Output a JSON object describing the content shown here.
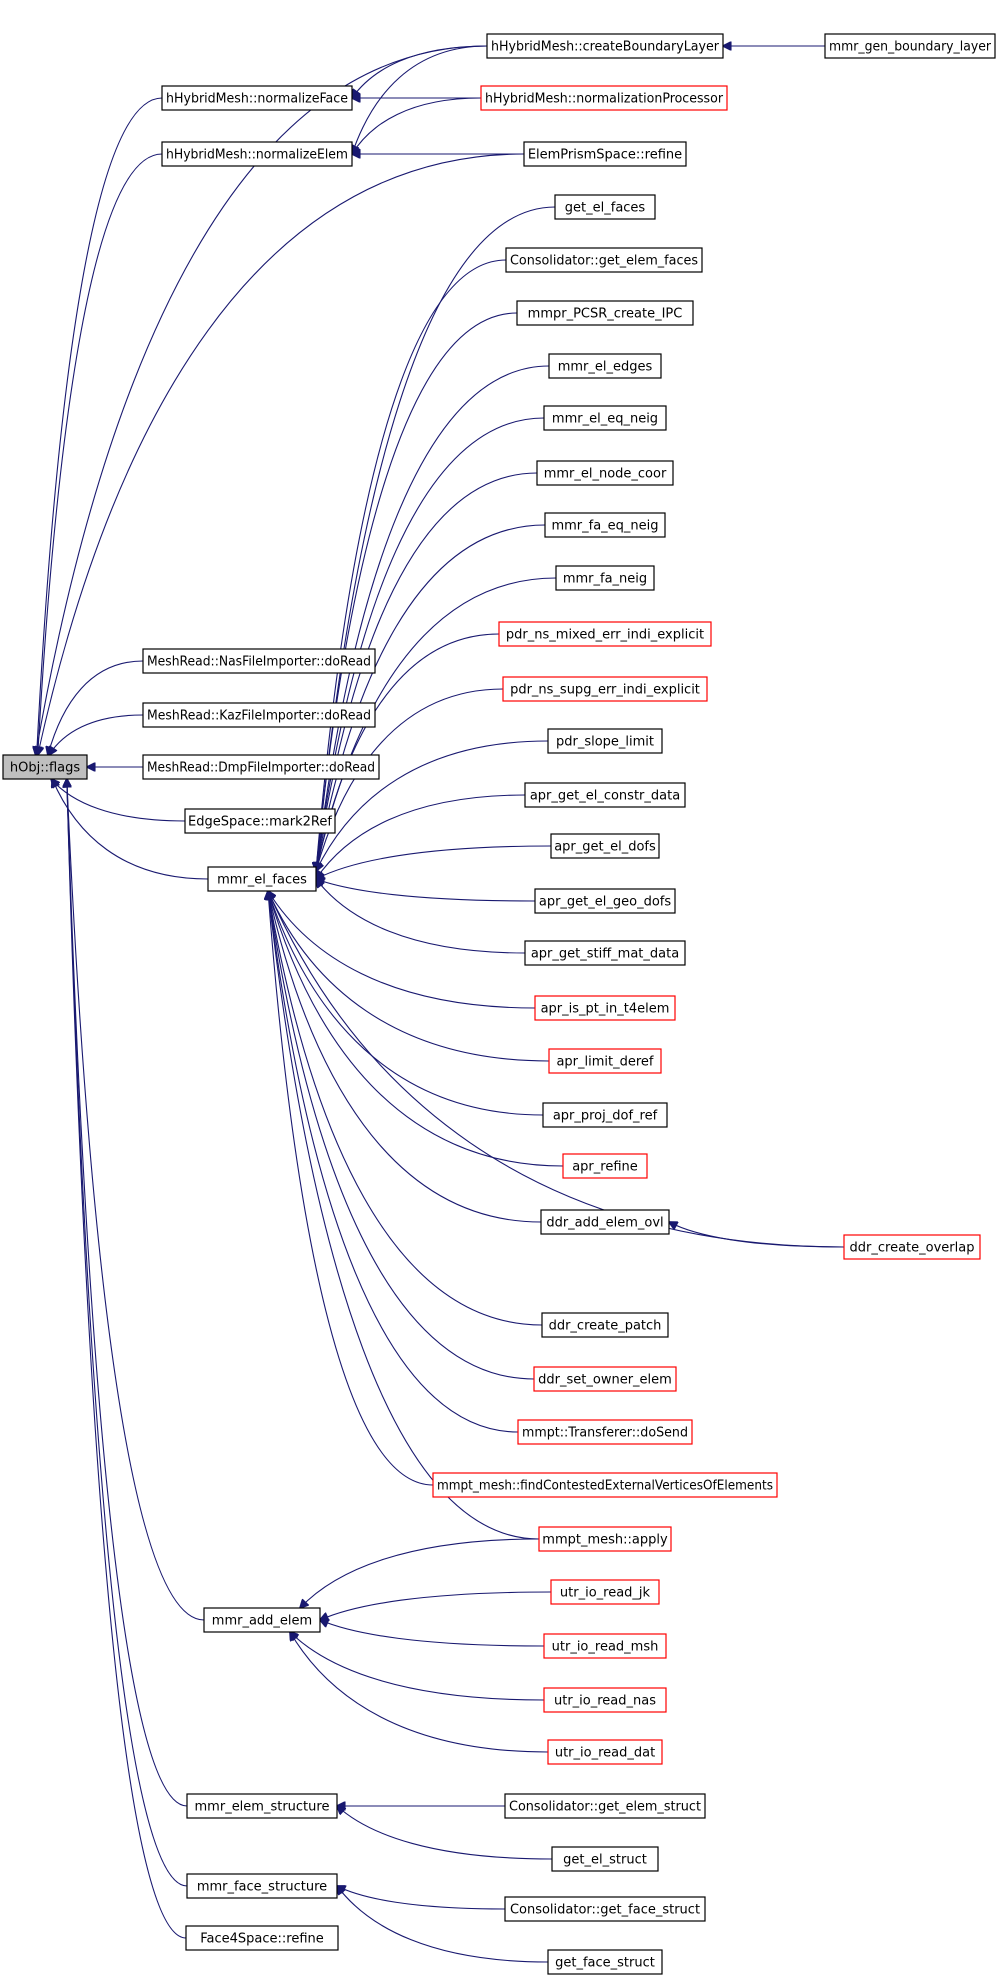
{
  "colors": {
    "edge": "#191970",
    "node_border_default": "#000000",
    "node_border_truncated": "#ff0000",
    "node_fill_root": "#bfbfbf",
    "node_fill_default": "#ffffff"
  },
  "graph": {
    "root": "hObj::flags",
    "nodes": [
      {
        "id": "n0",
        "label": "hObj::flags",
        "style": "root"
      },
      {
        "id": "n1",
        "label": "hHybridMesh::normalizeFace",
        "style": "normal"
      },
      {
        "id": "n2",
        "label": "hHybridMesh::normalizeElem",
        "style": "normal"
      },
      {
        "id": "n3",
        "label": "hHybridMesh::createBoundaryLayer",
        "style": "normal"
      },
      {
        "id": "n4",
        "label": "mmr_gen_boundary_layer",
        "style": "normal"
      },
      {
        "id": "n5",
        "label": "hHybridMesh::normalizationProcessor",
        "style": "truncated"
      },
      {
        "id": "n6",
        "label": "ElemPrismSpace::refine",
        "style": "normal"
      },
      {
        "id": "n7",
        "label": "MeshRead::NasFileImporter::doRead",
        "style": "normal"
      },
      {
        "id": "n8",
        "label": "MeshRead::KazFileImporter::doRead",
        "style": "normal"
      },
      {
        "id": "n9",
        "label": "MeshRead::DmpFileImporter::doRead",
        "style": "normal"
      },
      {
        "id": "n10",
        "label": "EdgeSpace::mark2Ref",
        "style": "normal"
      },
      {
        "id": "n11",
        "label": "mmr_el_faces",
        "style": "normal"
      },
      {
        "id": "n12",
        "label": "get_el_faces",
        "style": "normal"
      },
      {
        "id": "n13",
        "label": "Consolidator::get_elem_faces",
        "style": "normal"
      },
      {
        "id": "n14",
        "label": "mmpr_PCSR_create_IPC",
        "style": "normal"
      },
      {
        "id": "n15",
        "label": "mmr_el_edges",
        "style": "normal"
      },
      {
        "id": "n16",
        "label": "mmr_el_eq_neig",
        "style": "normal"
      },
      {
        "id": "n17",
        "label": "mmr_el_node_coor",
        "style": "normal"
      },
      {
        "id": "n18",
        "label": "mmr_fa_eq_neig",
        "style": "normal"
      },
      {
        "id": "n19",
        "label": "mmr_fa_neig",
        "style": "normal"
      },
      {
        "id": "n20",
        "label": "pdr_ns_mixed_err_indi_explicit",
        "style": "truncated"
      },
      {
        "id": "n21",
        "label": "pdr_ns_supg_err_indi_explicit",
        "style": "truncated"
      },
      {
        "id": "n22",
        "label": "pdr_slope_limit",
        "style": "normal"
      },
      {
        "id": "n23",
        "label": "apr_get_el_constr_data",
        "style": "normal"
      },
      {
        "id": "n24",
        "label": "apr_get_el_dofs",
        "style": "normal"
      },
      {
        "id": "n25",
        "label": "apr_get_el_geo_dofs",
        "style": "normal"
      },
      {
        "id": "n26",
        "label": "apr_get_stiff_mat_data",
        "style": "normal"
      },
      {
        "id": "n27",
        "label": "apr_is_pt_in_t4elem",
        "style": "truncated"
      },
      {
        "id": "n28",
        "label": "apr_limit_deref",
        "style": "truncated"
      },
      {
        "id": "n29",
        "label": "apr_proj_dof_ref",
        "style": "normal"
      },
      {
        "id": "n30",
        "label": "apr_refine",
        "style": "truncated"
      },
      {
        "id": "n31",
        "label": "ddr_add_elem_ovl",
        "style": "normal"
      },
      {
        "id": "n32",
        "label": "ddr_create_overlap",
        "style": "truncated"
      },
      {
        "id": "n33",
        "label": "ddr_create_patch",
        "style": "normal"
      },
      {
        "id": "n34",
        "label": "ddr_set_owner_elem",
        "style": "truncated"
      },
      {
        "id": "n35",
        "label": "mmpt::Transferer::doSend",
        "style": "truncated"
      },
      {
        "id": "n36",
        "label": "mmpt_mesh::findContestedExternalVerticesOfElements",
        "style": "truncated"
      },
      {
        "id": "n37",
        "label": "mmpt_mesh::apply",
        "style": "truncated"
      },
      {
        "id": "n38",
        "label": "mmr_add_elem",
        "style": "normal"
      },
      {
        "id": "n39",
        "label": "utr_io_read_jk",
        "style": "truncated"
      },
      {
        "id": "n40",
        "label": "utr_io_read_msh",
        "style": "truncated"
      },
      {
        "id": "n41",
        "label": "utr_io_read_nas",
        "style": "truncated"
      },
      {
        "id": "n42",
        "label": "utr_io_read_dat",
        "style": "truncated"
      },
      {
        "id": "n43",
        "label": "mmr_elem_structure",
        "style": "normal"
      },
      {
        "id": "n44",
        "label": "Consolidator::get_elem_struct",
        "style": "normal"
      },
      {
        "id": "n45",
        "label": "get_el_struct",
        "style": "normal"
      },
      {
        "id": "n46",
        "label": "mmr_face_structure",
        "style": "normal"
      },
      {
        "id": "n47",
        "label": "Consolidator::get_face_struct",
        "style": "normal"
      },
      {
        "id": "n48",
        "label": "get_face_struct",
        "style": "normal"
      },
      {
        "id": "n49",
        "label": "Face4Space::refine",
        "style": "normal"
      }
    ],
    "edges": [
      {
        "from": "n1",
        "to": "n0"
      },
      {
        "from": "n2",
        "to": "n0"
      },
      {
        "from": "n3",
        "to": "n0"
      },
      {
        "from": "n6",
        "to": "n0"
      },
      {
        "from": "n7",
        "to": "n0"
      },
      {
        "from": "n8",
        "to": "n0"
      },
      {
        "from": "n9",
        "to": "n0"
      },
      {
        "from": "n10",
        "to": "n0"
      },
      {
        "from": "n11",
        "to": "n0"
      },
      {
        "from": "n38",
        "to": "n0"
      },
      {
        "from": "n43",
        "to": "n0"
      },
      {
        "from": "n46",
        "to": "n0"
      },
      {
        "from": "n49",
        "to": "n0"
      },
      {
        "from": "n3",
        "to": "n1"
      },
      {
        "from": "n5",
        "to": "n1"
      },
      {
        "from": "n3",
        "to": "n2"
      },
      {
        "from": "n5",
        "to": "n2"
      },
      {
        "from": "n6",
        "to": "n2"
      },
      {
        "from": "n4",
        "to": "n3"
      },
      {
        "from": "n12",
        "to": "n11"
      },
      {
        "from": "n13",
        "to": "n11"
      },
      {
        "from": "n14",
        "to": "n11"
      },
      {
        "from": "n15",
        "to": "n11"
      },
      {
        "from": "n16",
        "to": "n11"
      },
      {
        "from": "n17",
        "to": "n11"
      },
      {
        "from": "n18",
        "to": "n11"
      },
      {
        "from": "n19",
        "to": "n11"
      },
      {
        "from": "n20",
        "to": "n11"
      },
      {
        "from": "n21",
        "to": "n11"
      },
      {
        "from": "n22",
        "to": "n11"
      },
      {
        "from": "n23",
        "to": "n11"
      },
      {
        "from": "n24",
        "to": "n11"
      },
      {
        "from": "n25",
        "to": "n11"
      },
      {
        "from": "n26",
        "to": "n11"
      },
      {
        "from": "n27",
        "to": "n11"
      },
      {
        "from": "n28",
        "to": "n11"
      },
      {
        "from": "n29",
        "to": "n11"
      },
      {
        "from": "n30",
        "to": "n11"
      },
      {
        "from": "n31",
        "to": "n11"
      },
      {
        "from": "n32",
        "to": "n11"
      },
      {
        "from": "n33",
        "to": "n11"
      },
      {
        "from": "n34",
        "to": "n11"
      },
      {
        "from": "n35",
        "to": "n11"
      },
      {
        "from": "n36",
        "to": "n11"
      },
      {
        "from": "n37",
        "to": "n11"
      },
      {
        "from": "n32",
        "to": "n31"
      },
      {
        "from": "n37",
        "to": "n38"
      },
      {
        "from": "n39",
        "to": "n38"
      },
      {
        "from": "n40",
        "to": "n38"
      },
      {
        "from": "n41",
        "to": "n38"
      },
      {
        "from": "n42",
        "to": "n38"
      },
      {
        "from": "n44",
        "to": "n43"
      },
      {
        "from": "n45",
        "to": "n43"
      },
      {
        "from": "n47",
        "to": "n46"
      },
      {
        "from": "n48",
        "to": "n46"
      }
    ]
  }
}
